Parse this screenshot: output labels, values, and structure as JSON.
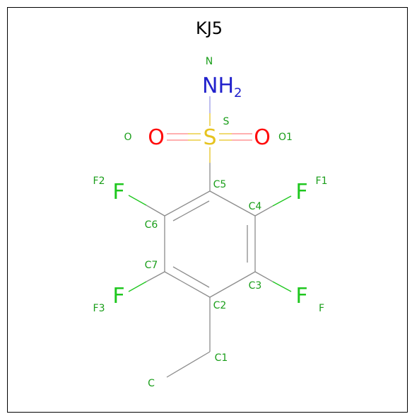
{
  "title": "KJ5",
  "colors": {
    "carbon_bond": "#8c8c8c",
    "fluorine": "#1fc71f",
    "label": "#1a9e1a",
    "oxygen": "#ff0d0d",
    "sulfur": "#e6c31f",
    "nitrogen": "#2222cc",
    "nitrogen_bond": "#9a9ae6"
  },
  "atoms": {
    "N": {
      "element": "NH",
      "sub": "2",
      "name": "N"
    },
    "S": {
      "element": "S",
      "name": "S"
    },
    "O": {
      "element": "O",
      "name": "O"
    },
    "O1": {
      "element": "O",
      "name": "O1"
    },
    "F2": {
      "element": "F",
      "name": "F2"
    },
    "F1": {
      "element": "F",
      "name": "F1"
    },
    "F3": {
      "element": "F",
      "name": "F3"
    },
    "F": {
      "element": "F",
      "name": "F"
    },
    "C5": {
      "name": "C5"
    },
    "C4": {
      "name": "C4"
    },
    "C6": {
      "name": "C6"
    },
    "C7": {
      "name": "C7"
    },
    "C3": {
      "name": "C3"
    },
    "C2": {
      "name": "C2"
    },
    "C1": {
      "name": "C1"
    },
    "C": {
      "name": "C"
    }
  }
}
